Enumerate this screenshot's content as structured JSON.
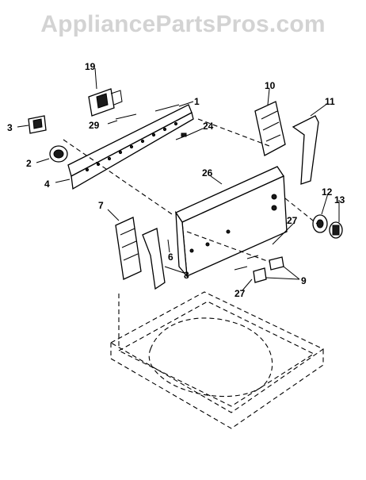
{
  "watermark": "AppliancePartsPros.com",
  "callouts": {
    "c1": "1",
    "c2": "2",
    "c3": "3",
    "c4": "4",
    "c6": "6",
    "c7": "7",
    "c8": "8",
    "c9": "9",
    "c10": "10",
    "c11": "11",
    "c12": "12",
    "c13": "13",
    "c19": "19",
    "c24": "24",
    "c26": "26",
    "c27a": "27",
    "c27b": "27",
    "c29": "29"
  }
}
